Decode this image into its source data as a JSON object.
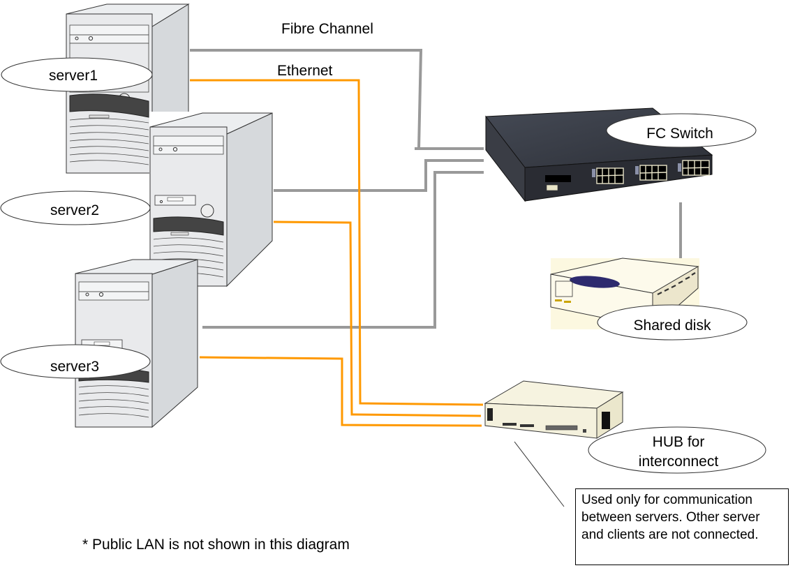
{
  "diagram": {
    "cable_types": {
      "fibre_channel": {
        "label": "Fibre Channel",
        "color": "#999999"
      },
      "ethernet": {
        "label": "Ethernet",
        "color": "#ff9900"
      }
    },
    "servers": [
      {
        "id": "server1",
        "label": "server1"
      },
      {
        "id": "server2",
        "label": "server2"
      },
      {
        "id": "server3",
        "label": "server3"
      }
    ],
    "devices": {
      "fc_switch": {
        "label": "FC Switch"
      },
      "shared_disk": {
        "label": "Shared disk"
      },
      "hub": {
        "label_line1": "HUB for",
        "label_line2": "interconnect"
      }
    },
    "callout": {
      "line1": "Used only for communication",
      "line2": "between servers. Other server",
      "line3": "and clients are not connected."
    },
    "footnote": "* Public LAN is not shown in this diagram",
    "connections": [
      {
        "from": "server1",
        "to": "fc_switch",
        "type": "fibre_channel"
      },
      {
        "from": "server2",
        "to": "fc_switch",
        "type": "fibre_channel"
      },
      {
        "from": "server3",
        "to": "fc_switch",
        "type": "fibre_channel"
      },
      {
        "from": "fc_switch",
        "to": "shared_disk",
        "type": "fibre_channel"
      },
      {
        "from": "server1",
        "to": "hub",
        "type": "ethernet"
      },
      {
        "from": "server2",
        "to": "hub",
        "type": "ethernet"
      },
      {
        "from": "server3",
        "to": "hub",
        "type": "ethernet"
      }
    ]
  }
}
